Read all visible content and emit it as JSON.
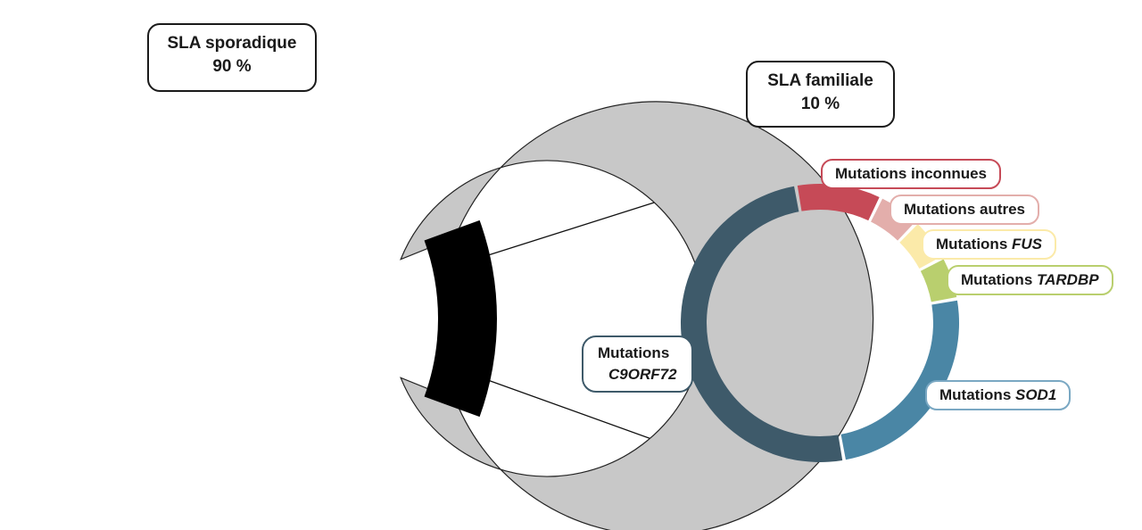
{
  "chart_data": [
    {
      "type": "pie",
      "variant": "donut",
      "slices": [
        {
          "label": "SLA sporadique",
          "value": 90,
          "color": "#c8c8c8"
        },
        {
          "label": "SLA familiale",
          "value": 10,
          "color": "#000000"
        }
      ],
      "labels": {
        "sporadic_line1": "SLA sporadique",
        "sporadic_line2": "90 %",
        "familial_line1": "SLA familiale",
        "familial_line2": "10 %"
      }
    },
    {
      "type": "pie",
      "variant": "donut",
      "subtitle_of": "SLA familiale",
      "slices": [
        {
          "key": "inconnues",
          "prefix": "Mutations inconnues",
          "gene": "",
          "value": 10,
          "color": "#c64a57"
        },
        {
          "key": "autres",
          "prefix": "Mutations autres",
          "gene": "",
          "value": 5,
          "color": "#e3aeab"
        },
        {
          "key": "fus",
          "prefix": "Mutations ",
          "gene": "FUS",
          "value": 5,
          "color": "#fbeaa9"
        },
        {
          "key": "tardbp",
          "prefix": "Mutations ",
          "gene": "TARDBP",
          "value": 5,
          "color": "#b9cf6e"
        },
        {
          "key": "sod1",
          "prefix": "Mutations ",
          "gene": "SOD1",
          "value": 25,
          "color": "#4a86a5"
        },
        {
          "key": "c9orf72",
          "prefix": "Mutations",
          "gene": "C9ORF72",
          "value": 50,
          "color": "#3e5a6a"
        }
      ]
    }
  ]
}
